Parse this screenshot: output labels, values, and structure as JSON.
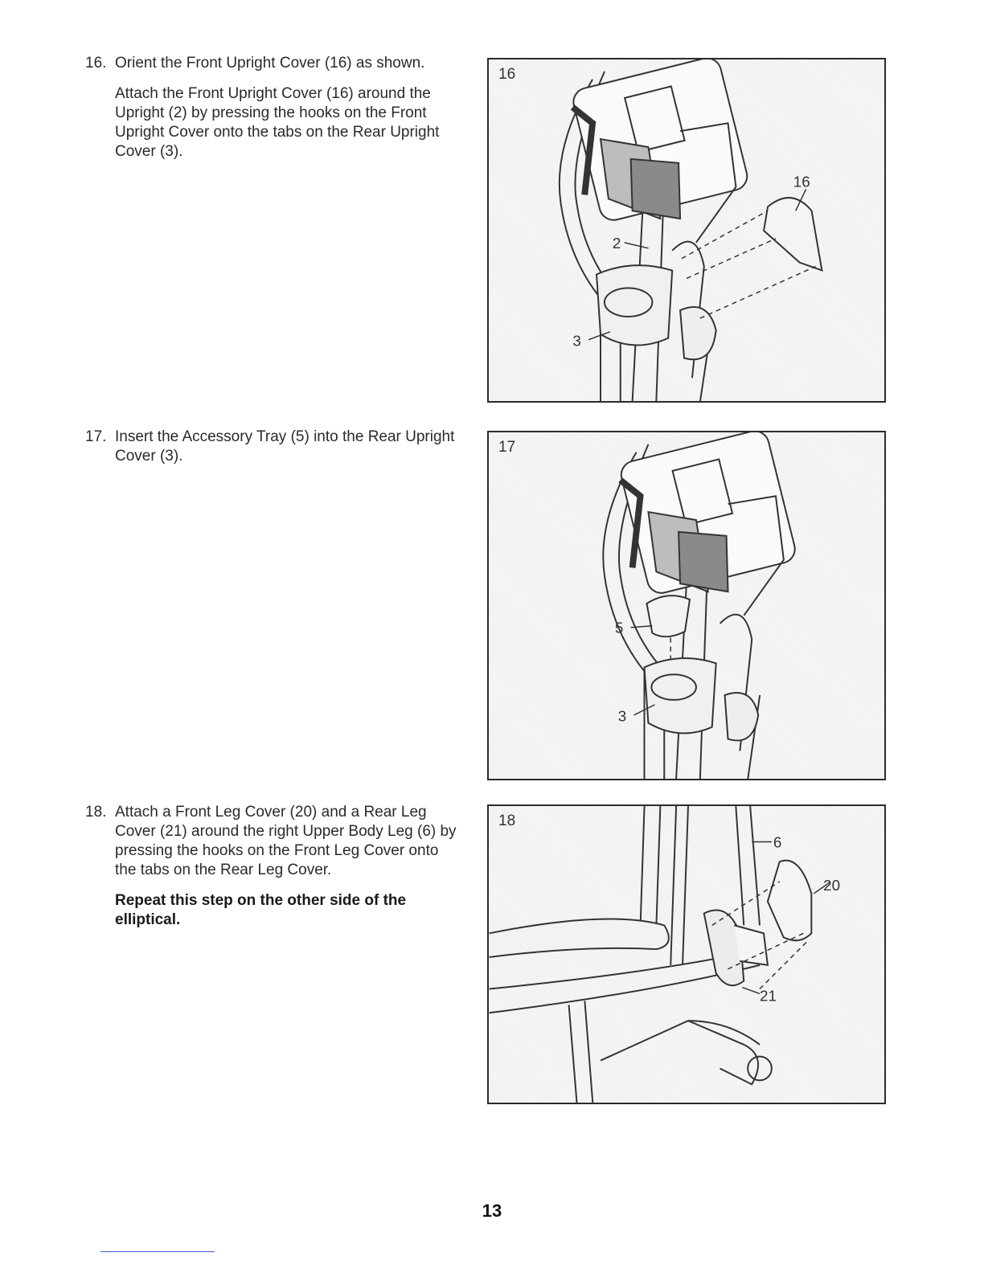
{
  "steps": [
    {
      "number": "16.",
      "paragraphs": [
        "Orient the Front Upright Cover (16) as shown.",
        "Attach the Front Upright Cover (16) around the Upright (2) by pressing the hooks on the Front Upright Cover onto the tabs on the Rear Upright Cover (3)."
      ]
    },
    {
      "number": "17.",
      "paragraphs": [
        "Insert the Accessory Tray (5) into the Rear Upright Cover (3)."
      ]
    },
    {
      "number": "18.",
      "paragraphs": [
        "Attach a Front Leg Cover (20) and a Rear Leg Cover (21) around the right Upper Body Leg (6) by pressing the hooks on the Front Leg Cover onto the tabs on the Rear Leg Cover."
      ],
      "note": "Repeat this step on the other side of the elliptical."
    }
  ],
  "figures": [
    {
      "label": "16",
      "callouts": [
        "16",
        "2",
        "3"
      ]
    },
    {
      "label": "17",
      "callouts": [
        "5",
        "3"
      ]
    },
    {
      "label": "18",
      "callouts": [
        "6",
        "20",
        "21"
      ]
    }
  ],
  "page_number": "13"
}
